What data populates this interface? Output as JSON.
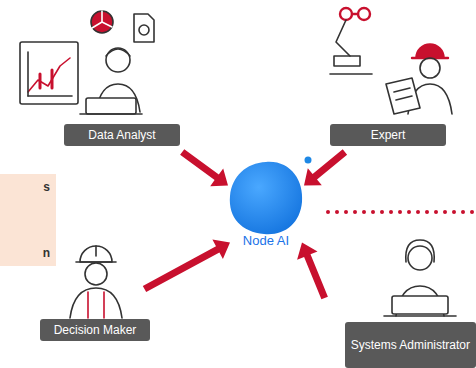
{
  "diagram": {
    "nodes": [
      {
        "text": [
          "Data Analyst"
        ]
      },
      {
        "text": [
          "Expert"
        ]
      },
      {
        "text": [
          "s",
          "n"
        ]
      },
      {
        "text": [
          "Node AI"
        ]
      },
      {
        "text": [
          "Decision Maker"
        ]
      },
      {
        "text": [
          "Systems Administrator"
        ]
      }
    ],
    "edges": [
      {
        "from": 0,
        "to": 3,
        "arrow": "to"
      },
      {
        "from": 1,
        "to": 3,
        "arrow": "to"
      },
      {
        "from": 4,
        "to": 3,
        "arrow": "to"
      },
      {
        "from": 5,
        "to": 3,
        "arrow": "to"
      }
    ]
  }
}
